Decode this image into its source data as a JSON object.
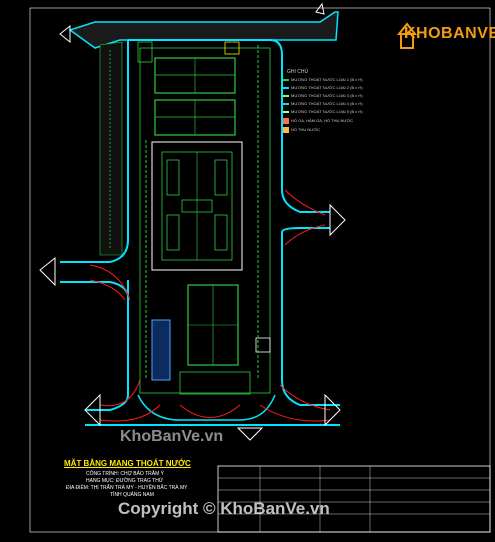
{
  "drawing": {
    "title": "MẶT BẰNG MẠNG THOÁT NƯỚC",
    "subtitle_lines": [
      "CÔNG TRÌNH: CHỢ BẢO TRÂM Ý",
      "HẠNG MỤC: ĐƯỜNG TRAG THỬ",
      "ĐỊA ĐIỂM: THỊ TRẤN TRÀ MY - HUYỆN BẮC TRÀ MY",
      "TỈNH QUẢNG NAM"
    ]
  },
  "legend": {
    "title": "GHI CHÚ",
    "items": [
      "MƯƠNG THOÁT NƯỚC LOẠI 1 (B x H)",
      "MƯƠNG THOÁT NƯỚC LOẠI 2 (B x H)",
      "MƯƠNG THOÁT NƯỚC LOẠI 3 (B x H)",
      "MƯƠNG THOÁT NƯỚC LOẠI 4 (B x H)",
      "MƯƠNG THOÁT NƯỚC LOẠI 5 (B x H)",
      "HỐ GA, HẦM GA, HỐ THU NƯỚC",
      "HỐ THU NƯỚC"
    ],
    "colors": [
      "#2ecc40",
      "#00e5ff",
      "#8aff5c",
      "#39cccc",
      "#b8ff7a",
      "#ff7043",
      "#ffb74d"
    ]
  },
  "watermarks": {
    "logo": "KHOBANVE",
    "top": "KhoBanVe.vn",
    "bottom": "Copyright © KhoBanVe.vn"
  },
  "colors": {
    "background": "#000000",
    "road": "#00e5ff",
    "drain": "#2ecc40",
    "road_marking": "#ff1a1a",
    "logo": "#f39c12"
  }
}
